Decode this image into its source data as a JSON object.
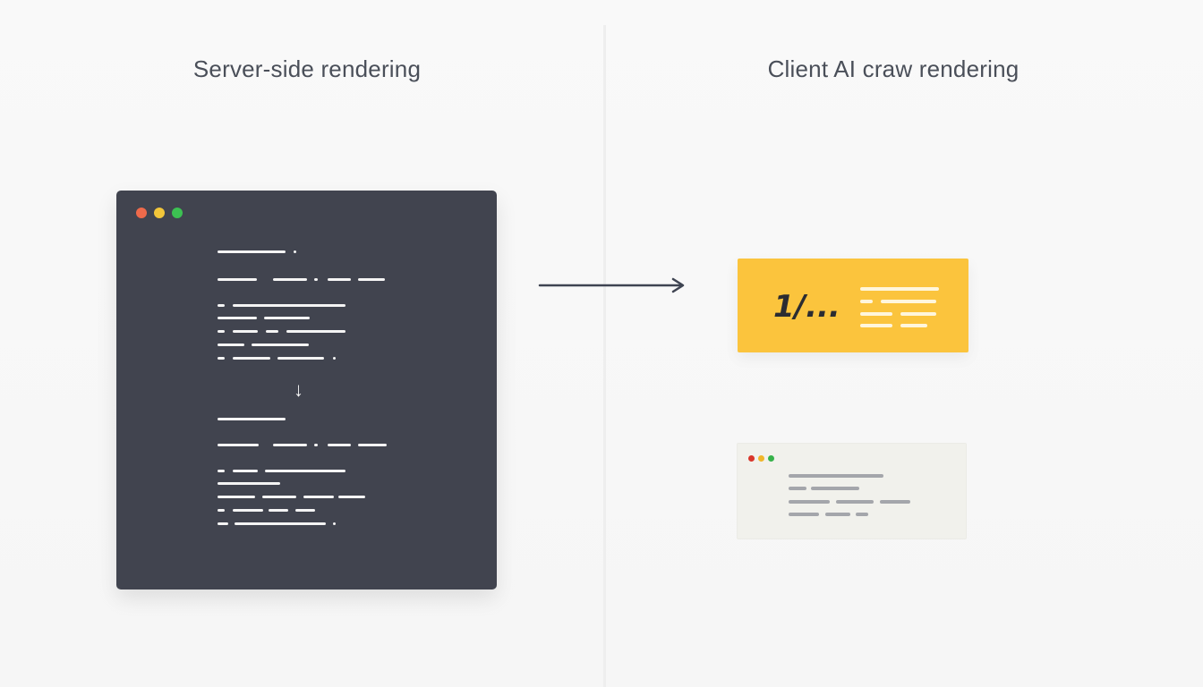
{
  "headings": {
    "left": "Server-side rendering",
    "right": "Client AI craw rendering"
  },
  "code_window": {
    "down_arrow": "↓"
  },
  "result_card": {
    "text": "1/..."
  },
  "colors": {
    "dot_red": "#ee6a4b",
    "dot_yellow": "#f2c63a",
    "dot_green": "#3cc152",
    "light_dot_red": "#d9362b",
    "light_dot_yellow": "#f0b62a",
    "light_dot_green": "#36b24a",
    "arrow": "#3f4452",
    "card_yellow": "#fbc43d"
  }
}
